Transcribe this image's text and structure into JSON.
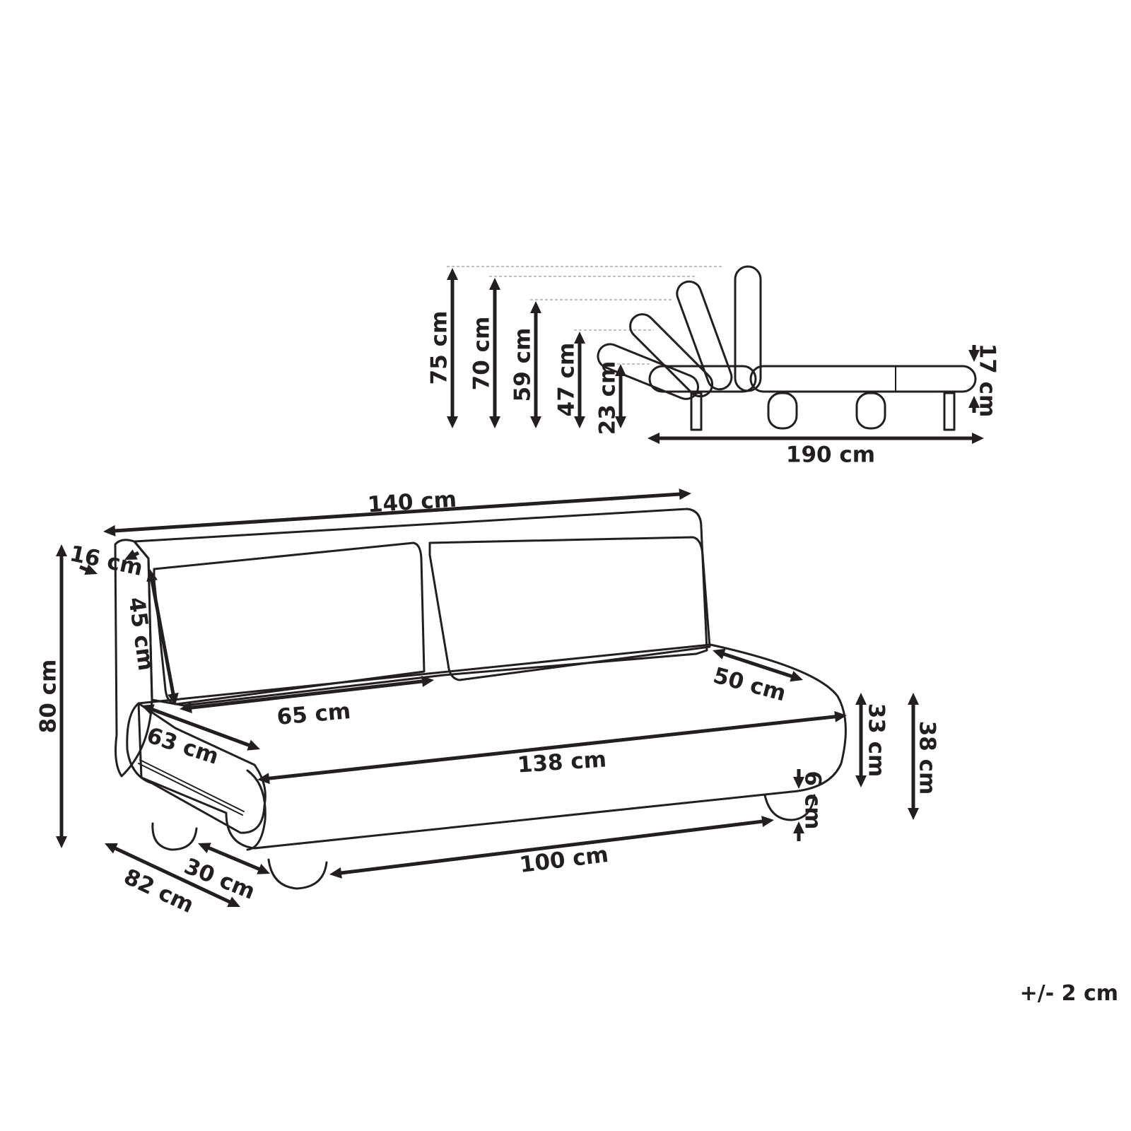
{
  "dimensions": {
    "side_view": {
      "height_75": "75 cm",
      "height_70": "70 cm",
      "height_59": "59 cm",
      "height_47": "47 cm",
      "height_23": "23 cm",
      "mattress_17": "17 cm",
      "bed_length_190": "190 cm"
    },
    "front_view": {
      "width_140": "140 cm",
      "armrest_16": "16 cm",
      "cushion_45": "45 cm",
      "height_80": "80 cm",
      "cushion_width_65": "65 cm",
      "seat_depth_50": "50 cm",
      "arm_depth_63": "63 cm",
      "seat_width_138": "138 cm",
      "seat_33": "33 cm",
      "seat_height_38": "38 cm",
      "leg_6": "6 cm",
      "leg_spacing_100": "100 cm",
      "leg_30": "30 cm",
      "depth_82": "82 cm"
    }
  },
  "tolerance": "+/- 2 cm"
}
